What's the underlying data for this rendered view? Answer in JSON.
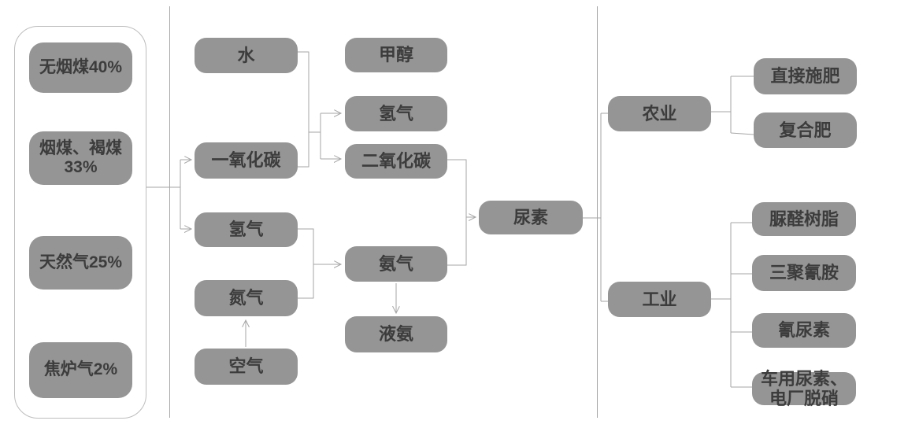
{
  "diagram": {
    "type": "flowchart",
    "topic": "urea production and application flow",
    "colors": {
      "node_fill": "#959595",
      "node_text": "#3c3c3c",
      "connector_line": "#a6a6a6",
      "container_border": "#bdbdbd",
      "background": "#ffffff"
    },
    "nodes": {
      "anthracite": {
        "label": "无烟煤40%"
      },
      "bituminous": {
        "label": "烟煤、褐煤\n33%"
      },
      "natural_gas": {
        "label": "天然气25%"
      },
      "coke_oven_gas": {
        "label": "焦炉气2%"
      },
      "water": {
        "label": "水"
      },
      "carbon_monoxide": {
        "label": "一氧化碳"
      },
      "hydrogen_1": {
        "label": "氢气"
      },
      "nitrogen": {
        "label": "氮气"
      },
      "air": {
        "label": "空气"
      },
      "methanol": {
        "label": "甲醇"
      },
      "hydrogen_2": {
        "label": "氢气"
      },
      "carbon_dioxide": {
        "label": "二氧化碳"
      },
      "ammonia": {
        "label": "氨气"
      },
      "liquid_ammonia": {
        "label": "液氨"
      },
      "urea": {
        "label": "尿素"
      },
      "agriculture": {
        "label": "农业"
      },
      "industry": {
        "label": "工业"
      },
      "direct_fertilization": {
        "label": "直接施肥"
      },
      "compound_fertilizer": {
        "label": "复合肥"
      },
      "urea_formaldehyde_resin": {
        "label": "脲醛树脂"
      },
      "melamine": {
        "label": "三聚氰胺"
      },
      "cyanuric_urea": {
        "label": "氰尿素"
      },
      "vehicle_urea_denox": {
        "label": "车用尿素、\n电厂脱硝"
      }
    },
    "edges": [
      {
        "from": "sources-container",
        "to": "carbon_monoxide",
        "arrow": true
      },
      {
        "from": "sources-container",
        "to": "hydrogen_1",
        "arrow": true
      },
      {
        "from": "water+carbon_monoxide",
        "to": "hydrogen_2",
        "arrow": true
      },
      {
        "from": "water+carbon_monoxide",
        "to": "carbon_dioxide",
        "arrow": true
      },
      {
        "from": "hydrogen_1+nitrogen",
        "to": "ammonia",
        "arrow": true
      },
      {
        "from": "air",
        "to": "nitrogen",
        "arrow": true
      },
      {
        "from": "carbon_dioxide+ammonia",
        "to": "urea",
        "arrow": true
      },
      {
        "from": "ammonia",
        "to": "liquid_ammonia",
        "arrow": true
      },
      {
        "from": "urea",
        "to": "agriculture",
        "arrow": false
      },
      {
        "from": "urea",
        "to": "industry",
        "arrow": false
      },
      {
        "from": "agriculture",
        "to": "direct_fertilization",
        "arrow": false
      },
      {
        "from": "agriculture",
        "to": "compound_fertilizer",
        "arrow": false
      },
      {
        "from": "industry",
        "to": "urea_formaldehyde_resin",
        "arrow": false
      },
      {
        "from": "industry",
        "to": "melamine",
        "arrow": false
      },
      {
        "from": "industry",
        "to": "cyanuric_urea",
        "arrow": false
      },
      {
        "from": "industry",
        "to": "vehicle_urea_denox",
        "arrow": false
      }
    ]
  }
}
